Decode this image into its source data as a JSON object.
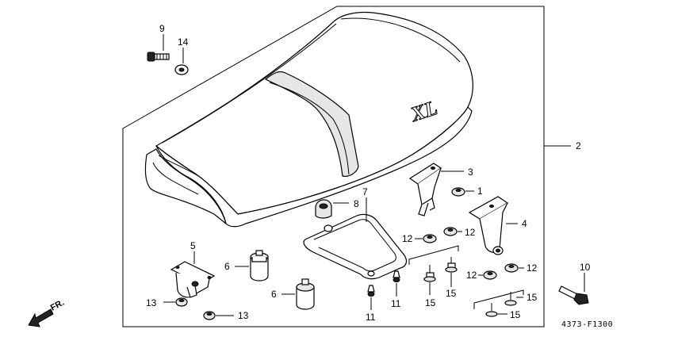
{
  "drawing_code": "4373-F1300",
  "front_marker": "FR.",
  "callouts": {
    "c9": "9",
    "c14": "14",
    "c2": "2",
    "c3": "3",
    "c1": "1",
    "c4": "4",
    "c8": "8",
    "c7": "7",
    "c5": "5",
    "c6a": "6",
    "c6b": "6",
    "c13a": "13",
    "c13b": "13",
    "c12a": "12",
    "c12b": "12",
    "c12c": "12",
    "c12d": "12",
    "c15a": "15",
    "c15b": "15",
    "c15c": "15",
    "c15d": "15",
    "c11a": "11",
    "c11b": "11",
    "c10": "10"
  },
  "seat_emblem": "XL"
}
